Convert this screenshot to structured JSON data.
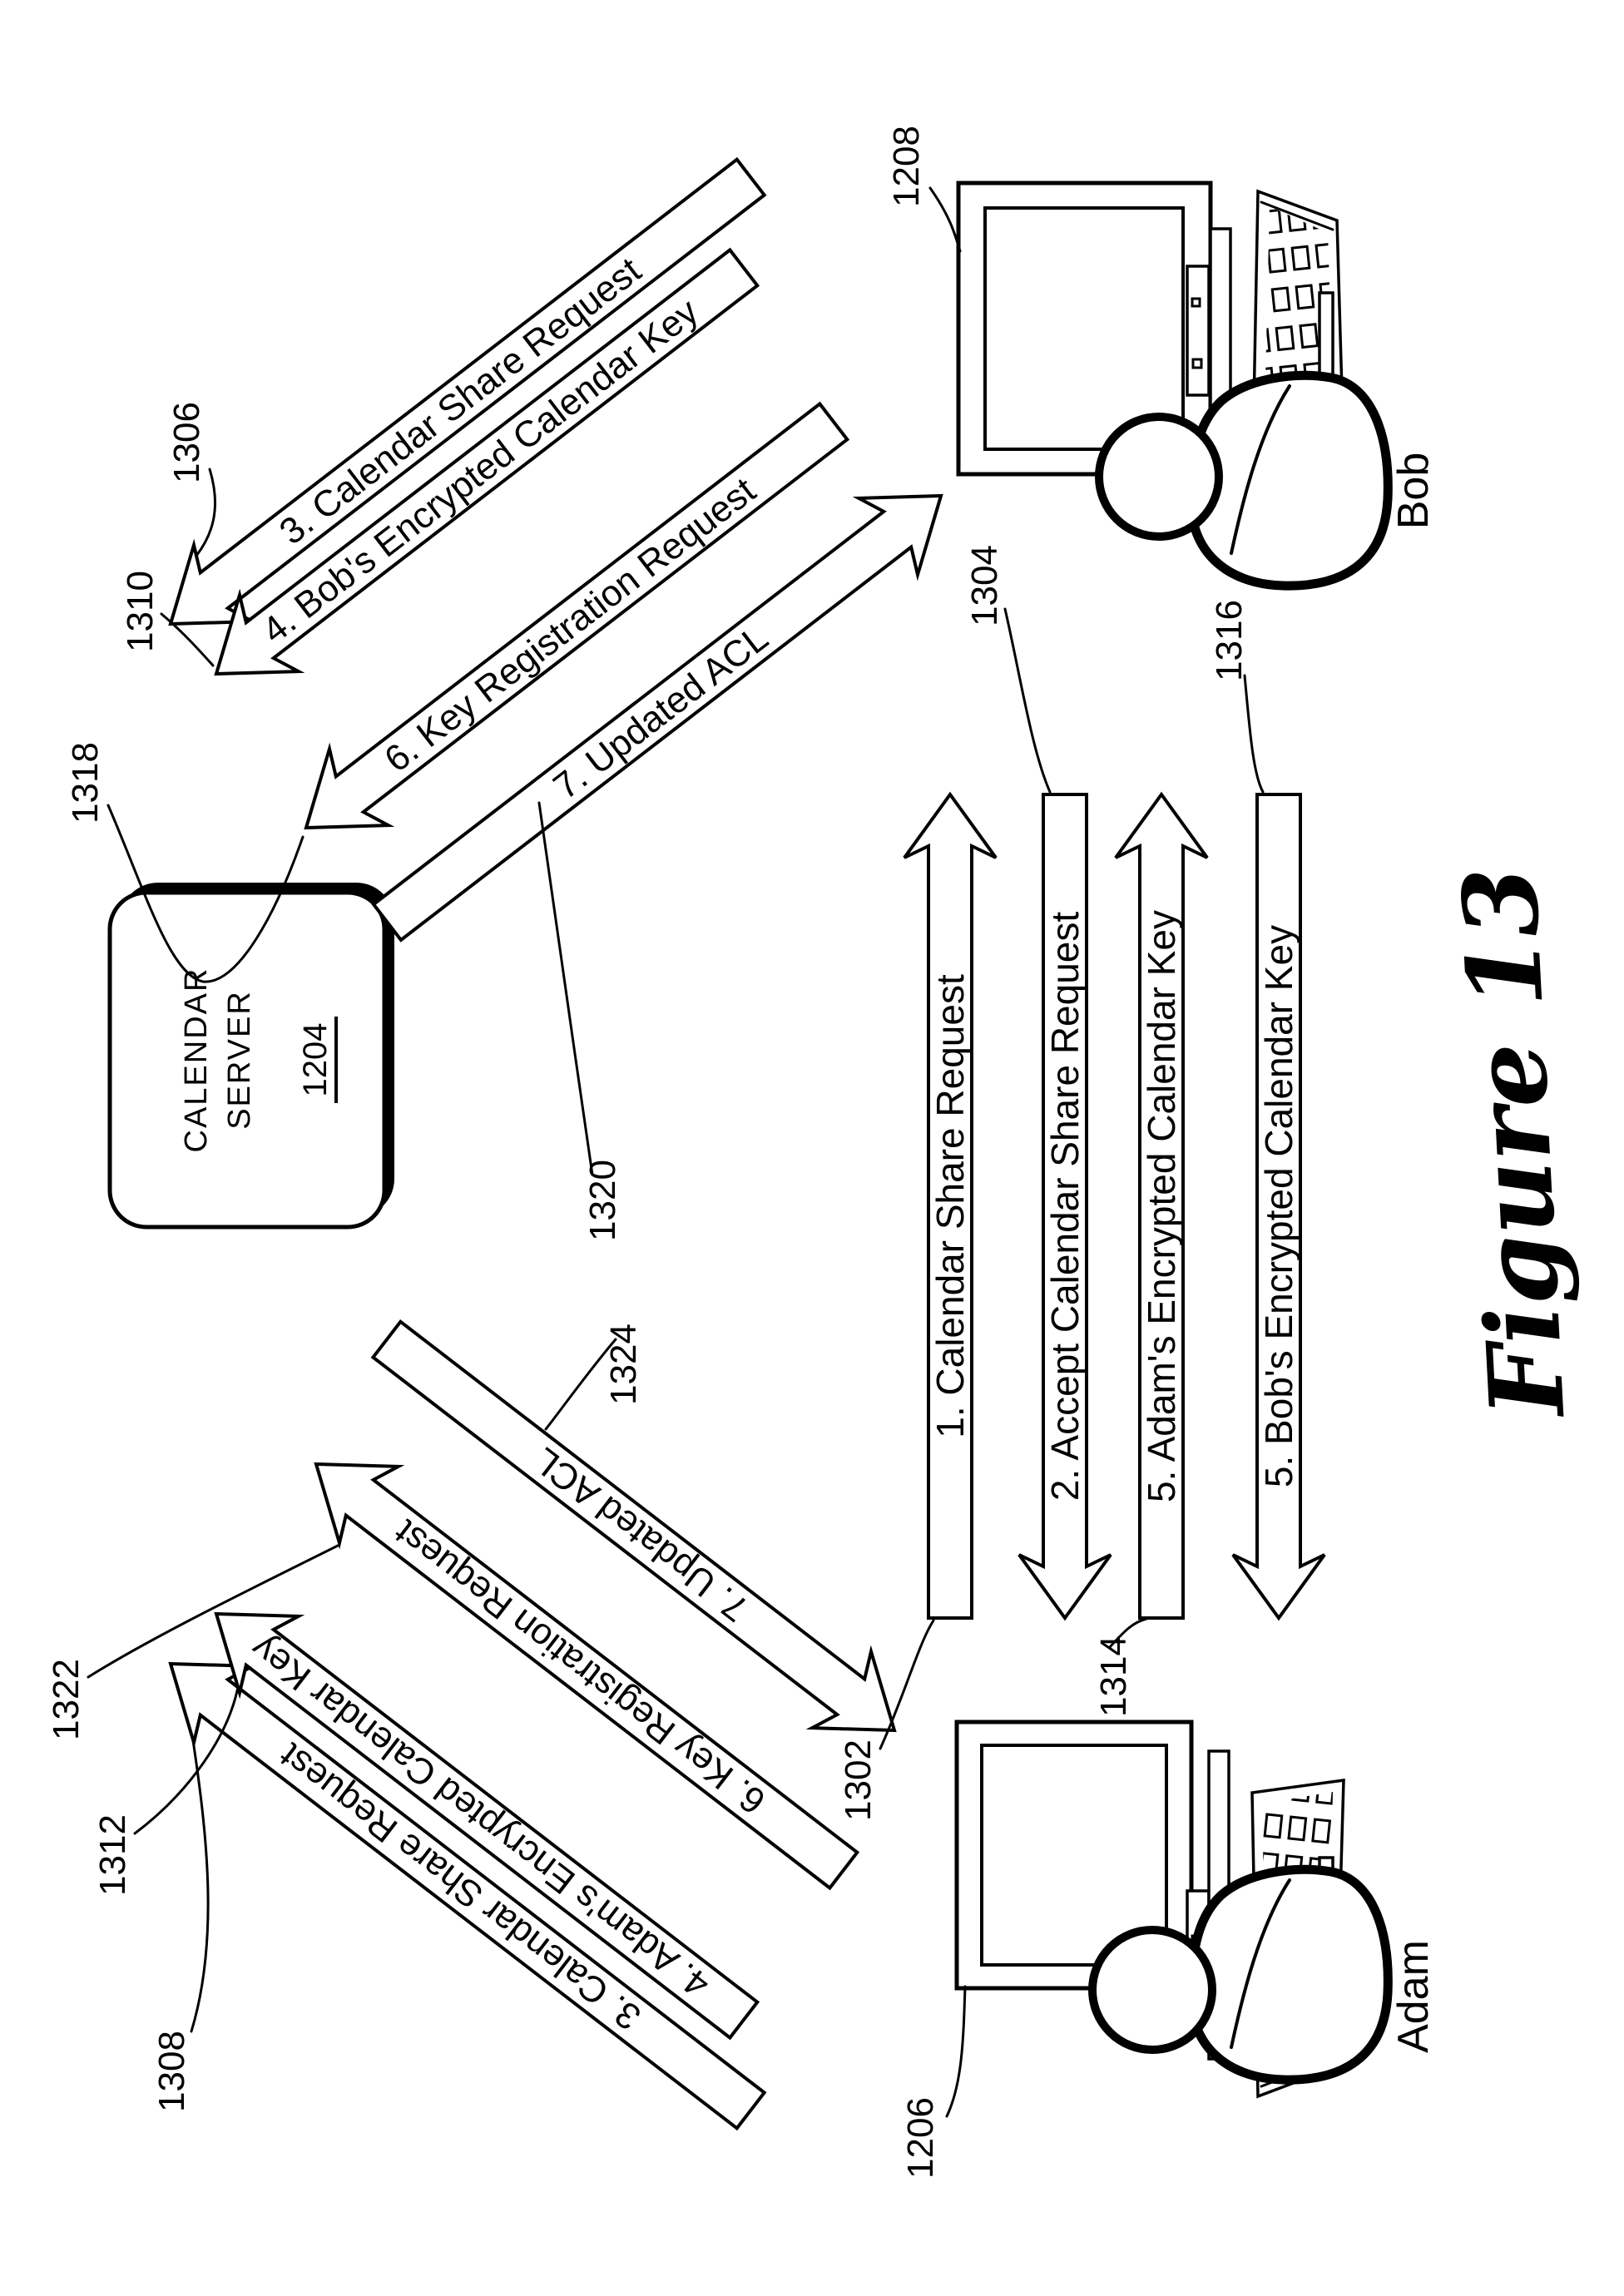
{
  "figure": {
    "caption": "Figure 13"
  },
  "server": {
    "line1": "CALENDAR",
    "line2": "SERVER",
    "ref": "1204"
  },
  "actors": {
    "adam": {
      "name": "Adam",
      "ref": "1206"
    },
    "bob": {
      "name": "Bob",
      "ref": "1208"
    }
  },
  "bob_messages": [
    {
      "label": "3.  Calendar Share Request",
      "ref": "1306"
    },
    {
      "label": "4.  Bob's Encrypted Calendar Key",
      "ref": "1310"
    },
    {
      "label": "6.  Key Registration Request",
      "ref": "1318"
    },
    {
      "label": "7.  Updated ACL",
      "ref": "1320"
    }
  ],
  "adam_messages": [
    {
      "label": "3.  Calendar Share Request",
      "ref": "1308"
    },
    {
      "label": "4.  Adam's Encrypted Calendar Key",
      "ref": "1312"
    },
    {
      "label": "6.  Key Registration Request",
      "ref": "1322"
    },
    {
      "label": "7.  Updated ACL",
      "ref": "1324"
    }
  ],
  "direct_messages": [
    {
      "label": "1.  Calendar Share Request",
      "ref": "1302"
    },
    {
      "label": "2.  Accept Calendar Share Request",
      "ref": "1304"
    },
    {
      "label": "5.  Adam's Encrypted Calendar Key",
      "ref": "1314"
    },
    {
      "label": "5.  Bob's Encrypted Calendar Key",
      "ref": "1316"
    }
  ]
}
